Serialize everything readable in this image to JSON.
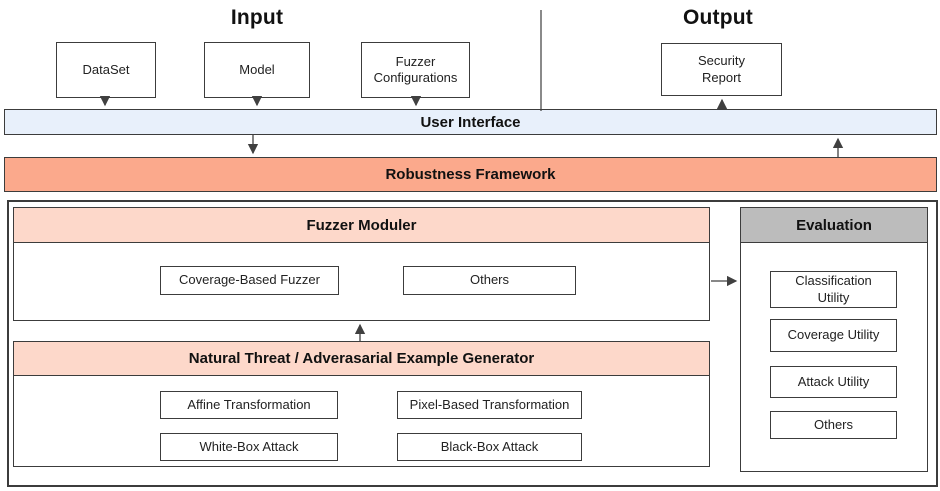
{
  "diagram": {
    "input_title": "Input",
    "output_title": "Output",
    "user_interface_label": "User Interface",
    "robustness_framework_label": "Robustness Framework"
  },
  "input_boxes": [
    {
      "label": "DataSet"
    },
    {
      "label": "Model"
    },
    {
      "label": "Fuzzer Configurations"
    }
  ],
  "output_box": {
    "label": "Security Report"
  },
  "fuzzer_moduler": {
    "title": "Fuzzer Moduler",
    "items": [
      {
        "label": "Coverage-Based Fuzzer"
      },
      {
        "label": "Others"
      }
    ]
  },
  "generator": {
    "title": "Natural Threat / Adverasarial Example Generator",
    "items": [
      {
        "label": "Affine Transformation"
      },
      {
        "label": "Pixel-Based Transformation"
      },
      {
        "label": "White-Box Attack"
      },
      {
        "label": "Black-Box Attack"
      }
    ]
  },
  "evaluation": {
    "title": "Evaluation",
    "items": [
      {
        "label": "Classification Utility"
      },
      {
        "label": "Coverage Utility"
      },
      {
        "label": "Attack Utility"
      },
      {
        "label": "Others"
      }
    ]
  },
  "colors": {
    "ui_bar": "#e8f0fb",
    "framework_bar": "#fba98c",
    "section_header": "#fdd8ca",
    "evaluation_header": "#bcbcbc",
    "border": "#3c3c3c",
    "arrow": "#404040"
  }
}
